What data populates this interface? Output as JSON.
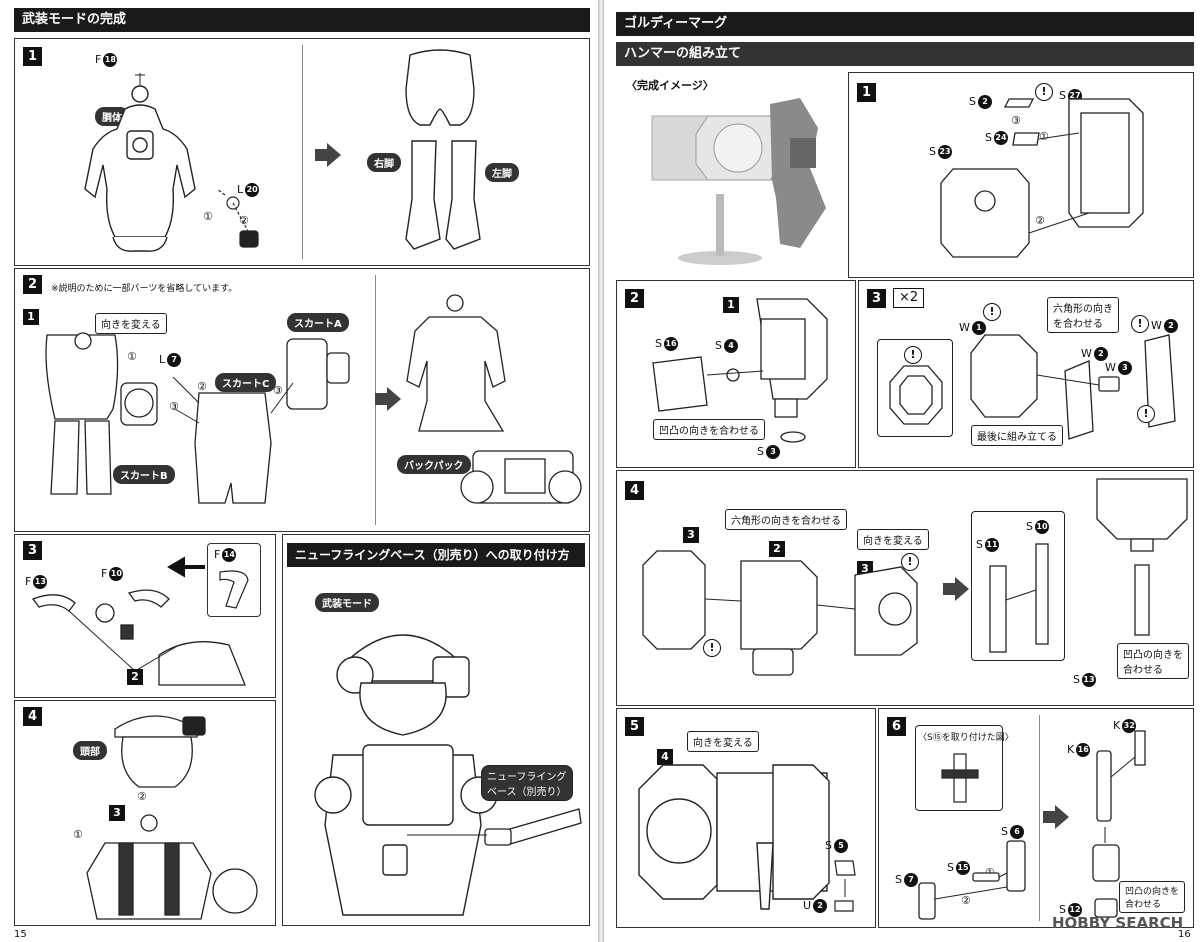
{
  "left": {
    "title": "武装モードの完成",
    "page_number": "15",
    "s1": {
      "step": "1",
      "part_top_code": "F",
      "part_top_num": "18",
      "torso": "胴体",
      "part_mid_code": "L",
      "part_mid_num": "20",
      "o1": "①",
      "o2": "②",
      "right_leg": "右脚",
      "left_leg": "左脚"
    },
    "s2": {
      "step": "2",
      "note": "※説明のために一部パーツを省略しています。",
      "sub": "1",
      "turn": "向きを変える",
      "o1": "①",
      "l_code": "L",
      "l_num": "7",
      "o2": "②",
      "skirt_c": "スカートC",
      "o3a": "③",
      "o3b": "③",
      "skirt_a": "スカートA",
      "skirt_b": "スカートB",
      "backpack": "バックパック"
    },
    "s3": {
      "step": "3",
      "f13_code": "F",
      "f13_num": "13",
      "f10_code": "F",
      "f10_num": "10",
      "f14_code": "F",
      "f14_num": "14",
      "ref": "2"
    },
    "s4": {
      "step": "4",
      "head": "頭部",
      "o1": "①",
      "o2": "②",
      "ref": "3"
    },
    "base": {
      "title": "ニューフライングベース（別売り）への取り付け方",
      "mode": "武装モード",
      "callout": "ニューフライング\nベース（別売り）"
    }
  },
  "right": {
    "title": "ゴルディーマーグ",
    "subtitle": "ハンマーの組み立て",
    "page_number": "16",
    "watermark": "HOBBY SEARCH",
    "image_label": "〈完成イメージ〉",
    "s1": {
      "step": "1",
      "a_code": "S",
      "a_num": "2",
      "b_code": "S",
      "b_num": "27",
      "c_code": "S",
      "c_num": "24",
      "d_code": "S",
      "d_num": "23",
      "o1": "①",
      "o2": "②",
      "o3": "③"
    },
    "s2": {
      "step": "2",
      "ref": "1",
      "a_code": "S",
      "a_num": "16",
      "b_code": "S",
      "b_num": "4",
      "c_code": "S",
      "c_num": "3",
      "callout": "凹凸の向きを合わせる"
    },
    "s3": {
      "step": "3",
      "mult": "×2",
      "w1_code": "W",
      "w1_num": "1",
      "w2_code": "W",
      "w2_num": "2",
      "w2b_code": "W",
      "w2b_num": "2",
      "w3_code": "W",
      "w3_num": "3",
      "callout1": "六角形の向き\nを合わせる",
      "callout2": "最後に組み立てる"
    },
    "s4": {
      "step": "4",
      "ref3a": "3",
      "ref2": "2",
      "ref3b": "3",
      "callout1": "六角形の向きを合わせる",
      "callout2": "向きを変える",
      "s11_code": "S",
      "s11_num": "11",
      "s10_code": "S",
      "s10_num": "10",
      "s13_code": "S",
      "s13_num": "13",
      "callout3": "凹凸の向きを\n合わせる"
    },
    "s5": {
      "step": "5",
      "ref": "4",
      "callout": "向きを変える",
      "s5_code": "S",
      "s5_num": "5",
      "u2_code": "U",
      "u2_num": "2"
    },
    "s6": {
      "step": "6",
      "inset_title": "〈S⑮を取り付けた図〉",
      "s6_code": "S",
      "s6_num": "6",
      "s15_code": "S",
      "s15_num": "15",
      "s7_code": "S",
      "s7_num": "7",
      "s12_code": "S",
      "s12_num": "12",
      "k16_code": "K",
      "k16_num": "16",
      "k32_code": "K",
      "k32_num": "32",
      "o1": "①",
      "o2": "②",
      "callout": "凹凸の向きを\n合わせる"
    }
  }
}
